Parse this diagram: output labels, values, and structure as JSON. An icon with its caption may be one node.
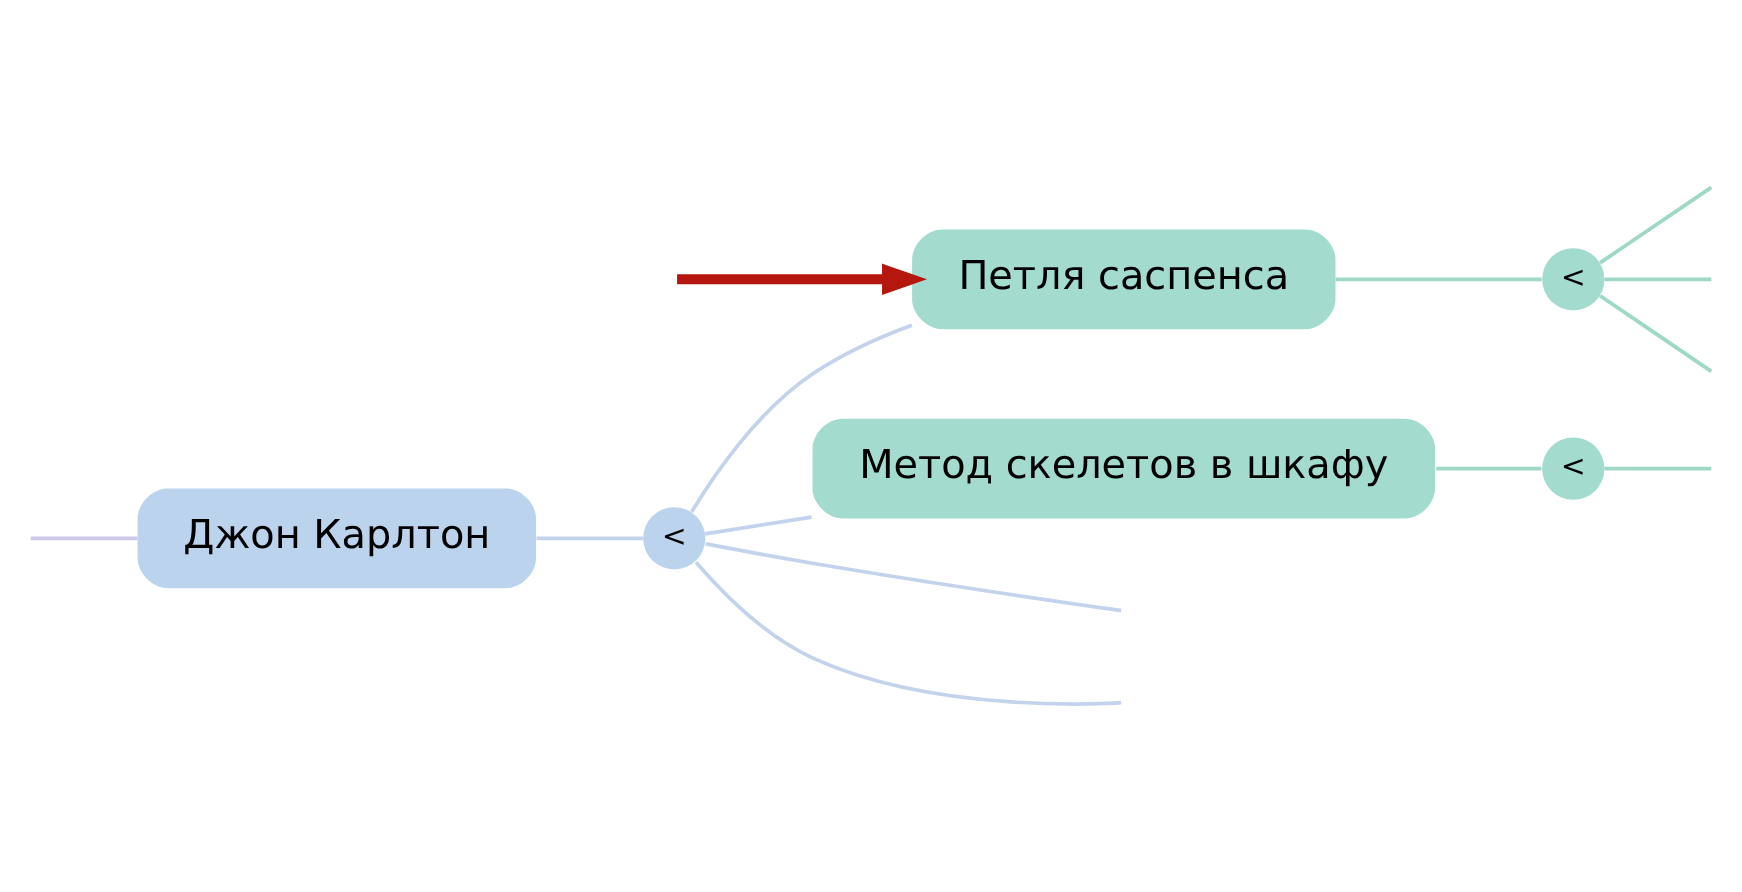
{
  "diagram": {
    "nodes": [
      {
        "text": [
          "Джон Карлтон"
        ]
      },
      {
        "text": [
          "<"
        ]
      },
      {
        "text": [
          "Петля саспенса"
        ]
      },
      {
        "text": [
          "<"
        ]
      },
      {
        "text": [
          "Метод скелетов в шкафу"
        ]
      },
      {
        "text": [
          "<"
        ]
      }
    ],
    "edges": [
      {
        "from": null,
        "to": 0,
        "arrow": "none",
        "color": "#cfc8ec"
      },
      {
        "from": 0,
        "to": 1,
        "arrow": "none"
      },
      {
        "from": 1,
        "to": null,
        "arrow": "none"
      },
      {
        "from": 1,
        "to": 2,
        "arrow": "none"
      },
      {
        "from": 1,
        "to": 4,
        "arrow": "none"
      },
      {
        "from": 1,
        "to": null,
        "arrow": "none"
      },
      {
        "from": 2,
        "to": 3,
        "arrow": "none",
        "color": "#9fd8c6"
      },
      {
        "from": 3,
        "to": null,
        "arrow": "none",
        "color": "#9fd8c6"
      },
      {
        "from": 3,
        "to": null,
        "arrow": "none",
        "color": "#9fd8c6"
      },
      {
        "from": 3,
        "to": null,
        "arrow": "none",
        "color": "#9fd8c6"
      },
      {
        "from": 4,
        "to": 5,
        "arrow": "none",
        "color": "#9fd8c6"
      },
      {
        "from": 5,
        "to": null,
        "arrow": "none",
        "color": "#9fd8c6"
      },
      {
        "from": null,
        "to": 2,
        "arrow": "to",
        "style": "thick",
        "color": "#b5170f"
      }
    ]
  }
}
